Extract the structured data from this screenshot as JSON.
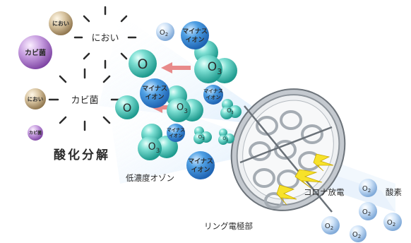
{
  "labels": {
    "odor_large": "におい",
    "mold_large": "カビ菌",
    "odor_small_1": "におい",
    "odor_small_2": "におい",
    "mold_small_1": "カビ菌",
    "mold_small_2": "カビ菌",
    "decomposition": "酸化分解",
    "low_ozone": "低濃度オゾン",
    "corona_discharge": "コロナ放電",
    "oxygen": "酸素",
    "ring_electrode": "リング電極部"
  },
  "particles": {
    "atomic_oxygen": "O",
    "ozone_main": "O",
    "ozone_sub": "3",
    "oxygen_main": "O",
    "oxygen_sub": "2",
    "minus_ion_line1": "マイナス",
    "minus_ion_line2": "イオン"
  },
  "colors": {
    "teal_sphere": "#3fc2b4",
    "blue_ion": "#3a8fd6",
    "light_blue_o2": "#8fbff0",
    "odor_ball": "#b8a07a",
    "mold_ball": "#a774c4",
    "arrow_red": "#e88a8a",
    "spark_yellow": "#f7e22a"
  }
}
